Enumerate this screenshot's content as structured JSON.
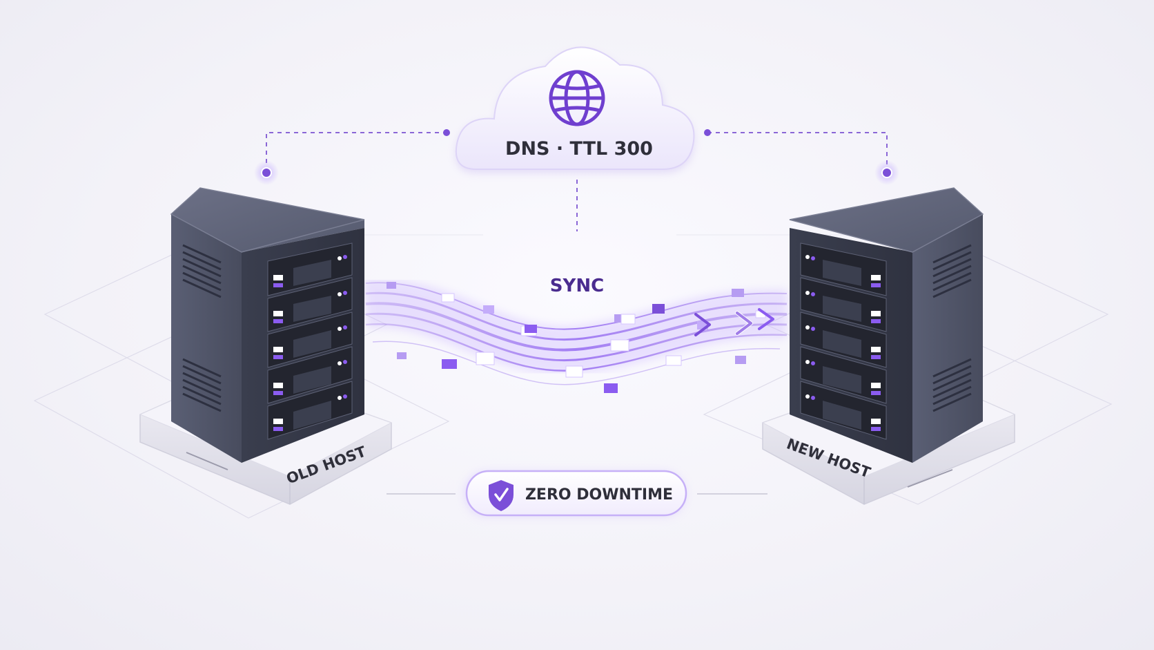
{
  "dns": {
    "label": "DNS · TTL 300",
    "icon": "globe-icon"
  },
  "sync": {
    "label": "SYNC"
  },
  "old_host": {
    "label": "OLD HOST"
  },
  "new_host": {
    "label": "NEW HOST"
  },
  "badge": {
    "label": "ZERO DOWNTIME",
    "icon": "shield-check-icon"
  },
  "colors": {
    "accent": "#7b4fd8",
    "accent_light": "#b69cf2",
    "server_dark": "#3b3f4f",
    "server_mid": "#4b5062",
    "base": "#e8e7f0",
    "text_dark": "#2f2f3a"
  }
}
